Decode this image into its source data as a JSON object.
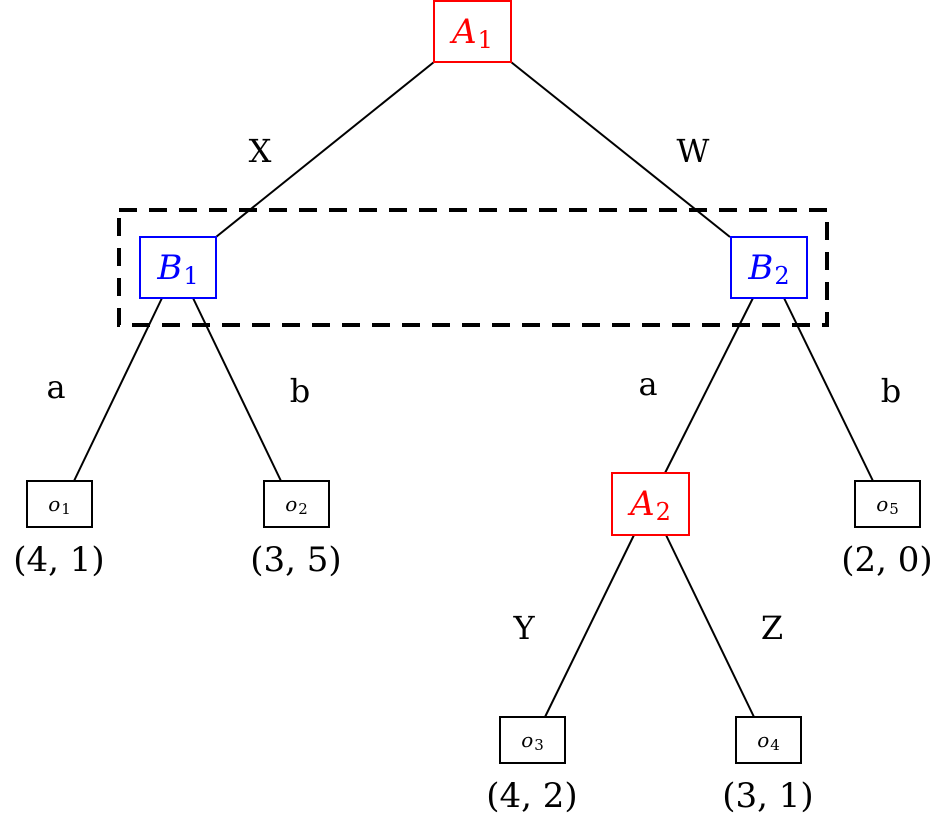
{
  "colors": {
    "player_a": "#ff0000",
    "player_b": "#0000ff",
    "outcome": "#000000",
    "edge": "#000000",
    "info_set": "#000000"
  },
  "nodes": {
    "A1": {
      "letter": "A",
      "sub": "1",
      "player": "A"
    },
    "B1": {
      "letter": "B",
      "sub": "1",
      "player": "B"
    },
    "B2": {
      "letter": "B",
      "sub": "2",
      "player": "B"
    },
    "A2": {
      "letter": "A",
      "sub": "2",
      "player": "A"
    },
    "o1": {
      "letter": "o",
      "sub": "1",
      "payoff": "(4, 1)"
    },
    "o2": {
      "letter": "o",
      "sub": "2",
      "payoff": "(3, 5)"
    },
    "o3": {
      "letter": "o",
      "sub": "3",
      "payoff": "(4, 2)"
    },
    "o4": {
      "letter": "o",
      "sub": "4",
      "payoff": "(3, 1)"
    },
    "o5": {
      "letter": "o",
      "sub": "5",
      "payoff": "(2, 0)"
    }
  },
  "edges": {
    "A1_B1": "X",
    "A1_B2": "W",
    "B1_o1": "a",
    "B1_o2": "b",
    "B2_A2": "a",
    "B2_o5": "b",
    "A2_o3": "Y",
    "A2_o4": "Z"
  },
  "information_set": {
    "members": [
      "B1",
      "B2"
    ],
    "style": "dashed"
  }
}
